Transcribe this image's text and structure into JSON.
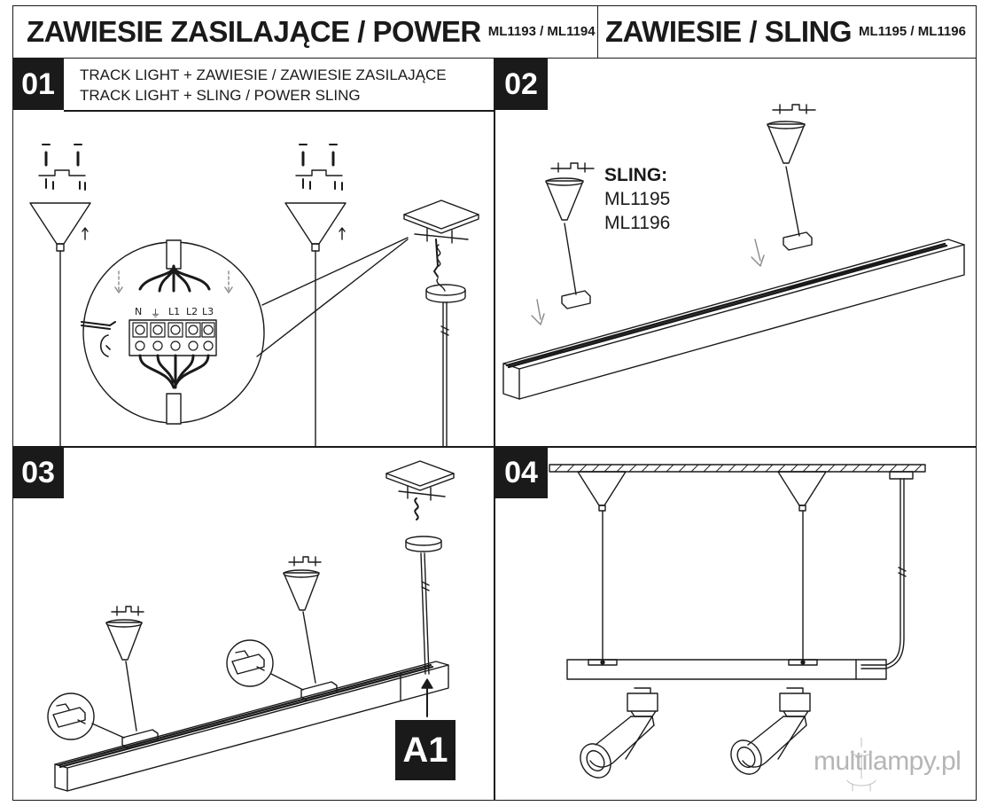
{
  "header": {
    "left_title": "ZAWIESIE ZASILAJĄCE / POWER",
    "left_codes": "ML1193 / ML1194",
    "right_title": "ZAWIESIE / SLING",
    "right_codes": "ML1195 / ML1196"
  },
  "steps": [
    {
      "number": "01",
      "note_line1": "TRACK LIGHT + ZAWIESIE / ZAWIESIE ZASILAJĄCE",
      "note_line2": "TRACK LIGHT + SLING / POWER SLING"
    },
    {
      "number": "02"
    },
    {
      "number": "03"
    },
    {
      "number": "04"
    }
  ],
  "terminal_labels": [
    "N",
    "⏚",
    "L1",
    "L2",
    "L3"
  ],
  "sling_label": {
    "title": "SLING:",
    "code1": "ML1195",
    "code2": "ML1196"
  },
  "callout": "A1",
  "watermark": "multilampy.pl"
}
